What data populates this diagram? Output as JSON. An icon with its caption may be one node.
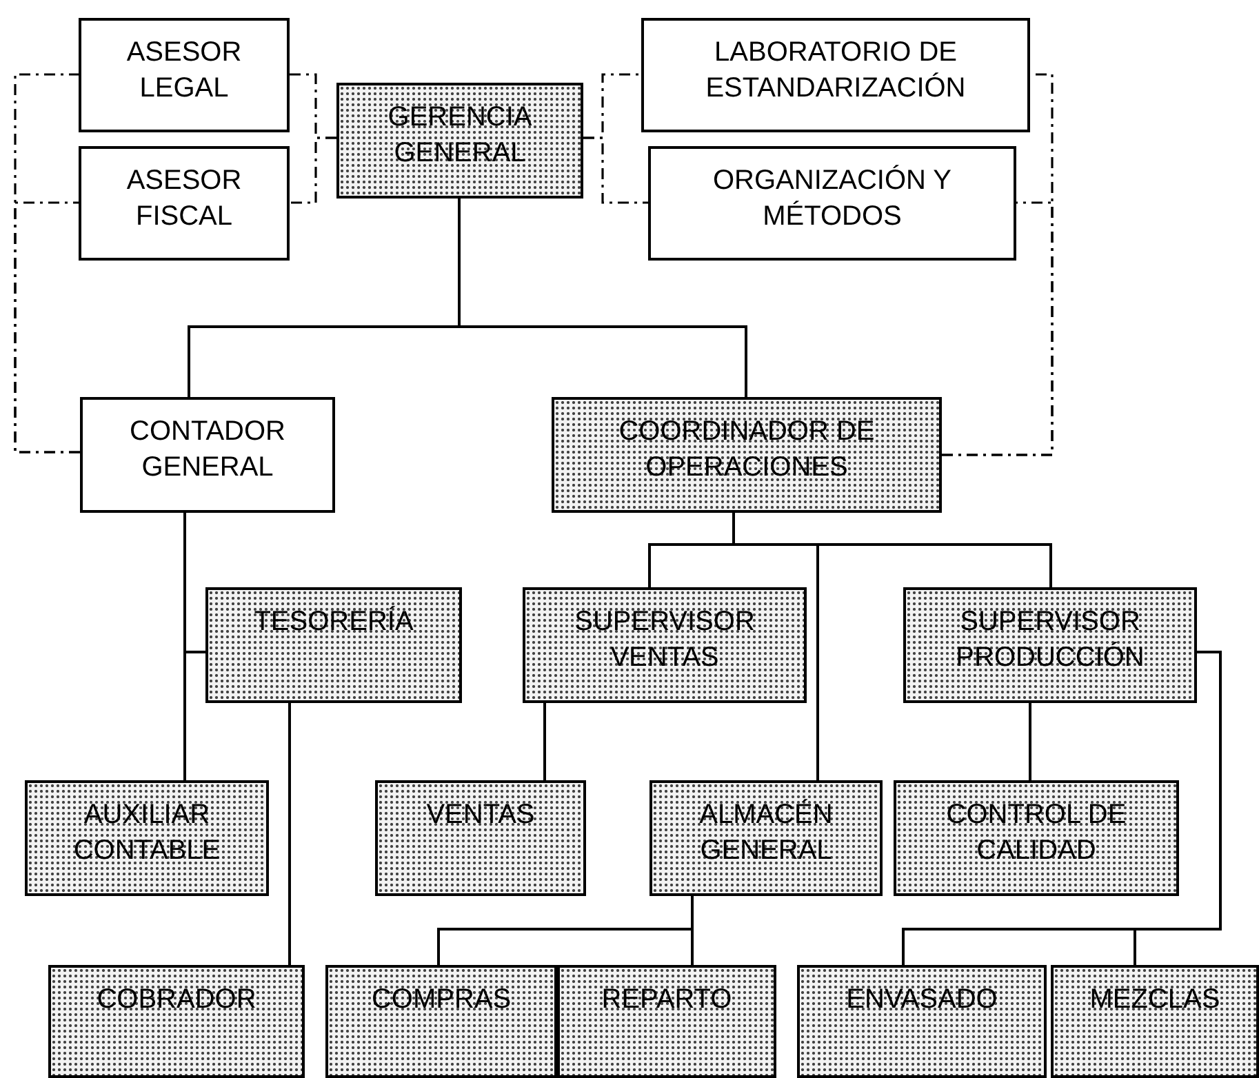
{
  "diagram": {
    "nodes": [
      {
        "text": [
          "ASESOR LEGAL"
        ]
      },
      {
        "text": [
          "ASESOR FISCAL"
        ]
      },
      {
        "text": [
          "GERENCIA GENERAL"
        ]
      },
      {
        "text": [
          "LABORATORIO DE ESTANDARIZACIÓN"
        ]
      },
      {
        "text": [
          "ORGANIZACIÓN Y MÉTODOS"
        ]
      },
      {
        "text": [
          "CONTADOR GENERAL"
        ]
      },
      {
        "text": [
          "COORDINADOR DE OPERACIONES"
        ]
      },
      {
        "text": [
          "TESORERÍA"
        ]
      },
      {
        "text": [
          "SUPERVISOR VENTAS"
        ]
      },
      {
        "text": [
          "SUPERVISOR PRODUCCIÓN"
        ]
      },
      {
        "text": [
          "AUXILIAR CONTABLE"
        ]
      },
      {
        "text": [
          "VENTAS"
        ]
      },
      {
        "text": [
          "ALMACÉN GENERAL"
        ]
      },
      {
        "text": [
          "CONTROL DE CALIDAD"
        ]
      },
      {
        "text": [
          "COBRADOR"
        ]
      },
      {
        "text": [
          "COMPRAS"
        ]
      },
      {
        "text": [
          "REPARTO"
        ]
      },
      {
        "text": [
          "ENVASADO"
        ]
      },
      {
        "text": [
          "MEZCLAS"
        ]
      }
    ],
    "edges": [
      {
        "from": 2,
        "to": 5,
        "arrow": "none"
      },
      {
        "from": 2,
        "to": 6,
        "arrow": "none"
      },
      {
        "from": 5,
        "to": 7,
        "arrow": "none"
      },
      {
        "from": 5,
        "to": 10,
        "arrow": "none"
      },
      {
        "from": 7,
        "to": 14,
        "arrow": "none"
      },
      {
        "from": 6,
        "to": 8,
        "arrow": "none"
      },
      {
        "from": 6,
        "to": 12,
        "arrow": "none"
      },
      {
        "from": 6,
        "to": 9,
        "arrow": "none"
      },
      {
        "from": 8,
        "to": 11,
        "arrow": "none"
      },
      {
        "from": 9,
        "to": 13,
        "arrow": "none"
      },
      {
        "from": 12,
        "to": 15,
        "arrow": "none"
      },
      {
        "from": 12,
        "to": 16,
        "arrow": "none"
      },
      {
        "from": 9,
        "to": 17,
        "arrow": "none"
      },
      {
        "from": 9,
        "to": 18,
        "arrow": "none"
      },
      {
        "from": 2,
        "to": 0,
        "arrow": "none",
        "style": "dashed"
      },
      {
        "from": 2,
        "to": 1,
        "arrow": "none",
        "style": "dashed"
      },
      {
        "from": 5,
        "to": 0,
        "arrow": "none",
        "style": "dashed"
      },
      {
        "from": 5,
        "to": 1,
        "arrow": "none",
        "style": "dashed"
      },
      {
        "from": 2,
        "to": 3,
        "arrow": "none",
        "style": "dashed"
      },
      {
        "from": 2,
        "to": 4,
        "arrow": "none",
        "style": "dashed"
      },
      {
        "from": 6,
        "to": 3,
        "arrow": "none",
        "style": "dashed"
      },
      {
        "from": 6,
        "to": 4,
        "arrow": "none",
        "style": "dashed"
      }
    ]
  }
}
